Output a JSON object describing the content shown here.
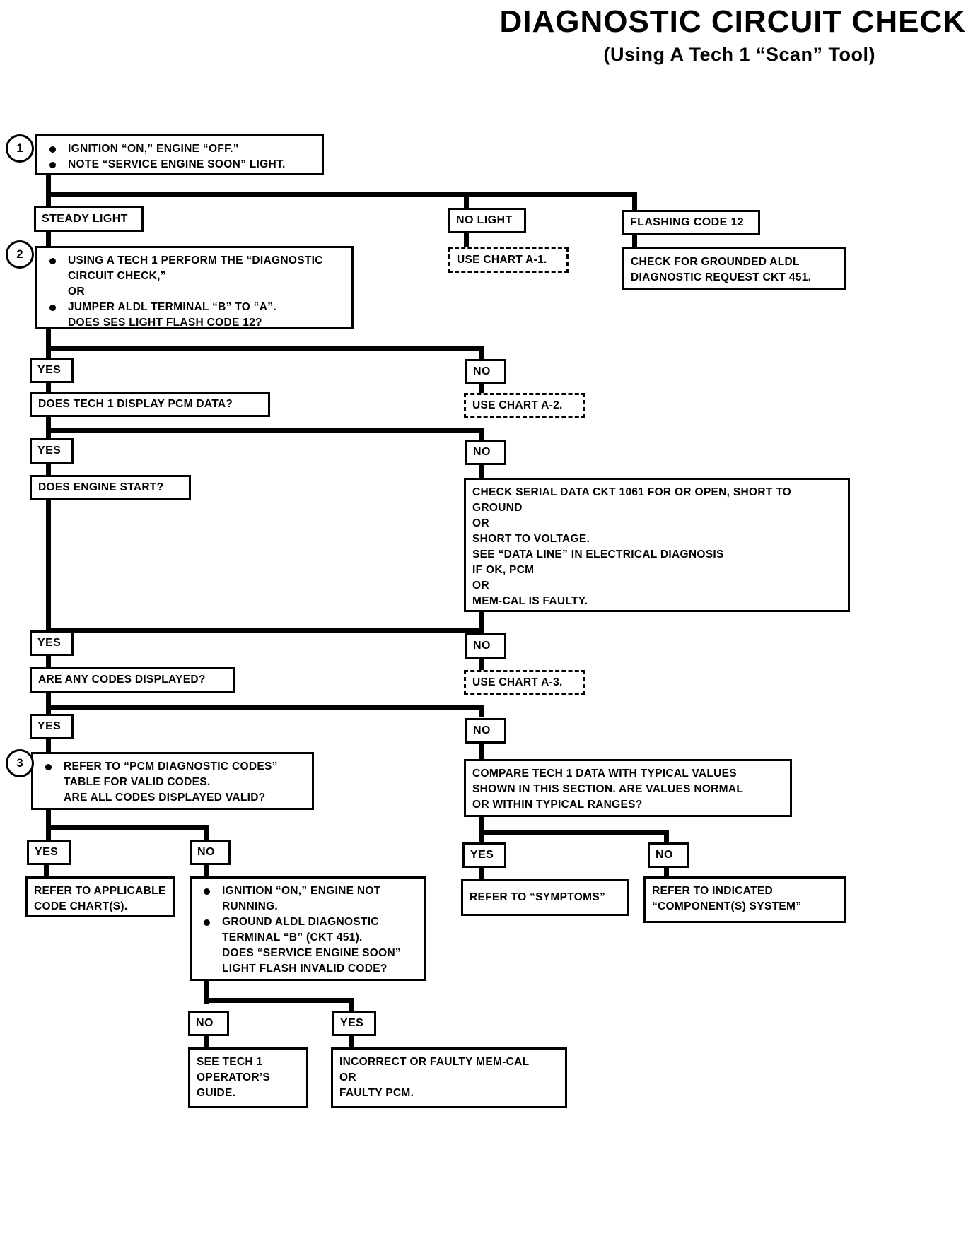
{
  "header": {
    "title": "DIAGNOSTIC CIRCUIT CHECK",
    "subtitle": "(Using A Tech 1 “Scan” Tool)"
  },
  "steps": {
    "one": "1",
    "two": "2",
    "three": "3"
  },
  "nodes": {
    "step1": {
      "line1": "IGNITION “ON,” ENGINE  “OFF.”",
      "line2": "NOTE “SERVICE ENGINE SOON” LIGHT."
    },
    "steady_light": "STEADY LIGHT",
    "no_light": "NO LIGHT",
    "flashing_code_12": "FLASHING CODE 12",
    "use_chart_a1": "USE CHART A-1.",
    "grounded_aldl": {
      "line1": "CHECK FOR GROUNDED ALDL",
      "line2": "DIAGNOSTIC REQUEST CKT 451."
    },
    "step2": {
      "line1": "USING A TECH 1 PERFORM THE “DIAGNOSTIC",
      "line2": "CIRCUIT CHECK,”",
      "line3": "OR",
      "line4": "JUMPER  ALDL TERMINAL “B” TO “A”.",
      "line5": "DOES SES LIGHT FLASH CODE 12?"
    },
    "yes1": "YES",
    "no1": "NO",
    "pcm_data_q": "DOES TECH 1 DISPLAY PCM DATA?",
    "use_chart_a2": "USE CHART A-2.",
    "yes2": "YES",
    "no2": "NO",
    "engine_start_q": "DOES ENGINE START?",
    "serial_data": {
      "line1": "CHECK SERIAL DATA CKT 1061 FOR OR OPEN, SHORT TO",
      "line2": "GROUND",
      "line3": "OR",
      "line4": "SHORT TO VOLTAGE.",
      "line5": "SEE “DATA LINE” IN ELECTRICAL DIAGNOSIS",
      "line6": "IF OK, PCM",
      "line7": "OR",
      "line8": "MEM-CAL IS FAULTY."
    },
    "yes3": "YES",
    "no3": "NO",
    "codes_displayed_q": "ARE ANY CODES DISPLAYED?",
    "use_chart_a3": "USE CHART A-3.",
    "yes4": "YES",
    "no4": "NO",
    "step3": {
      "line1": "REFER TO “PCM DIAGNOSTIC CODES”",
      "line2": "TABLE  FOR VALID CODES.",
      "line3": "ARE ALL CODES DISPLAYED  VALID?"
    },
    "compare_data": {
      "line1": "COMPARE TECH 1 DATA WITH TYPICAL VALUES",
      "line2": "SHOWN IN THIS SECTION.  ARE VALUES NORMAL",
      "line3": "OR WITHIN TYPICAL RANGES?"
    },
    "yes5": "YES",
    "no5": "NO",
    "yes6": "YES",
    "no6": "NO",
    "refer_code_chart": {
      "line1": "REFER TO APPLICABLE",
      "line2": "CODE CHART(S)."
    },
    "refer_symptoms": "REFER TO “SYMPTOMS”",
    "refer_component": {
      "line1": "REFER TO INDICATED",
      "line2": "“COMPONENT(S) SYSTEM”"
    },
    "invalid_code_check": {
      "line1": "IGNITION “ON,” ENGINE NOT",
      "line2": "RUNNING.",
      "line3": "GROUND ALDL DIAGNOSTIC",
      "line4": "TERMINAL “B” (CKT 451).",
      "line5": "DOES “SERVICE ENGINE SOON”",
      "line6": "LIGHT FLASH INVALID CODE?"
    },
    "no7": "NO",
    "yes7": "YES",
    "operators_guide": {
      "line1": "SEE TECH 1",
      "line2": "OPERATOR’S",
      "line3": "GUIDE."
    },
    "faulty_memcal": {
      "line1": "INCORRECT OR FAULTY MEM-CAL",
      "line2": "OR",
      "line3": "FAULTY PCM."
    }
  },
  "colors": {
    "ink": "#000000",
    "paper": "#ffffff"
  }
}
